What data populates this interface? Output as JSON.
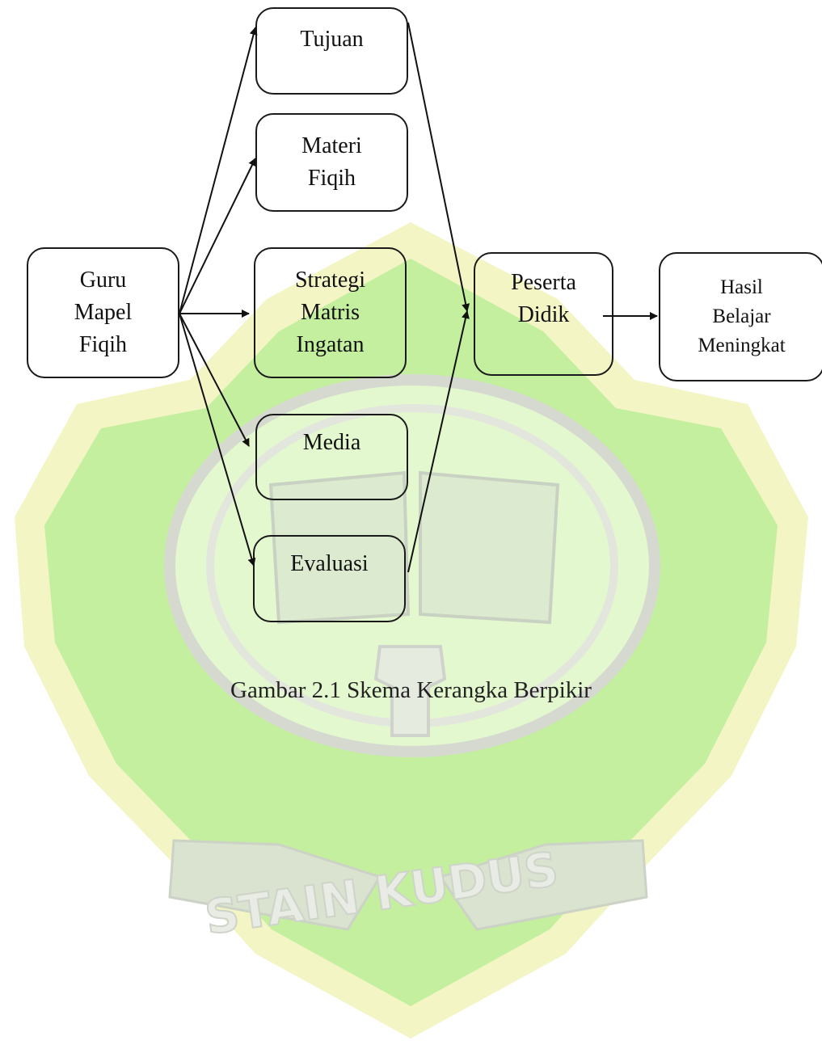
{
  "diagram": {
    "nodes": {
      "guru": "Guru\nMapel\nFiqih",
      "tujuan": "Tujuan",
      "materi": "Materi\nFiqih",
      "strategi": "Strategi\nMatris\nIngatan",
      "media": "Media",
      "evaluasi": "Evaluasi",
      "peserta": "Peserta\nDidik",
      "hasil": "Hasil\nBelajar\nMeningkat"
    },
    "edges": [
      {
        "from": "guru",
        "to": "tujuan"
      },
      {
        "from": "guru",
        "to": "materi"
      },
      {
        "from": "guru",
        "to": "strategi"
      },
      {
        "from": "guru",
        "to": "media"
      },
      {
        "from": "guru",
        "to": "evaluasi"
      },
      {
        "from": "tujuan",
        "to": "peserta"
      },
      {
        "from": "evaluasi",
        "to": "peserta"
      },
      {
        "from": "peserta",
        "to": "hasil"
      }
    ]
  },
  "caption": "Gambar 2.1 Skema Kerangka Berpikir",
  "watermark": {
    "text": "STAIN KUDUS",
    "colors": {
      "outer": "#f3f5c4",
      "band": "#c3ef9e",
      "inner": "#e4f8cf",
      "line": "#d6d9cf"
    }
  }
}
